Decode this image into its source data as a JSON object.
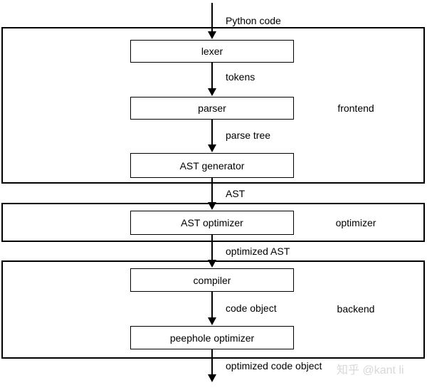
{
  "diagram": {
    "nodes": {
      "lexer": "lexer",
      "parser": "parser",
      "ast_generator": "AST generator",
      "ast_optimizer": "AST optimizer",
      "compiler": "compiler",
      "peephole_optimizer": "peephole optimizer"
    },
    "edge_labels": {
      "input": "Python code",
      "tokens": "tokens",
      "parse_tree": "parse tree",
      "ast": "AST",
      "optimized_ast": "optimized AST",
      "code_object": "code object",
      "optimized_code_object": "optimized code object"
    },
    "regions": {
      "frontend": "frontend",
      "optimizer": "optimizer",
      "backend": "backend"
    },
    "colors": {
      "ink": "#000000",
      "background": "#ffffff",
      "watermark": "#d8d8d8"
    },
    "watermark": {
      "text": "知乎 @kant li"
    }
  }
}
